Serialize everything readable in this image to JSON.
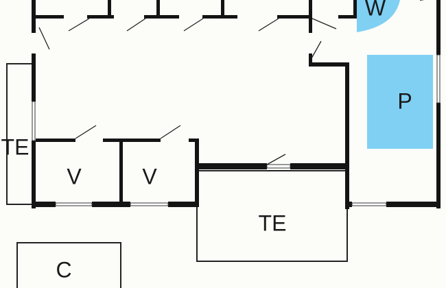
{
  "plan": {
    "rooms": [
      {
        "id": "wc",
        "label": "W"
      },
      {
        "id": "pool",
        "label": "P"
      },
      {
        "id": "terrace-left",
        "label": "TE"
      },
      {
        "id": "bedroom-1",
        "label": "V"
      },
      {
        "id": "bedroom-2",
        "label": "V"
      },
      {
        "id": "terrace-bottom",
        "label": "TE"
      },
      {
        "id": "carport",
        "label": "C"
      }
    ],
    "colors": {
      "wall": "#141414",
      "floor": "#fcfcf9",
      "water": "#7fd0f3"
    }
  }
}
